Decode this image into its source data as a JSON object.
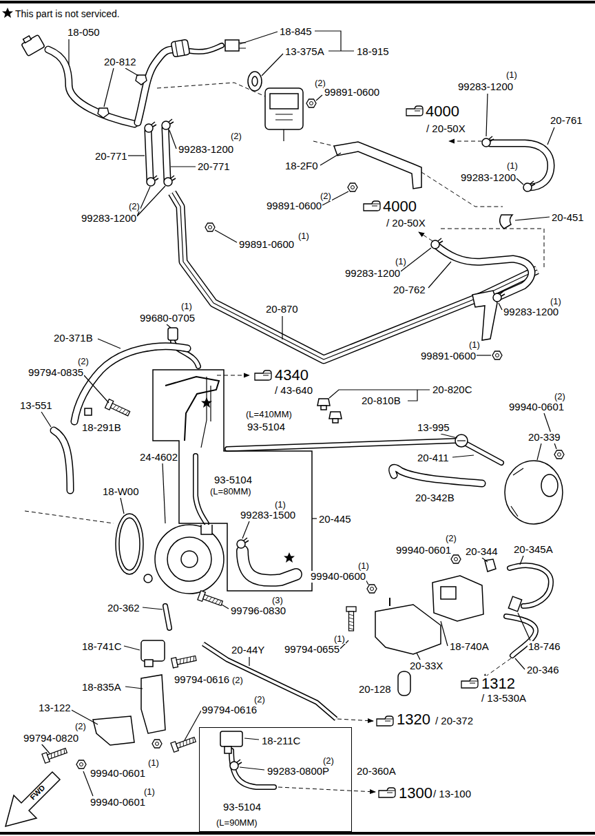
{
  "diagram": {
    "nodes": [
      {
        "text": [
          "20-445",
          "93-5104",
          "(L=80MM)",
          "(1)",
          "99283-1500"
        ]
      },
      {
        "text": [
          "20-360A",
          "18-211C",
          "(2)",
          "99283-0800P",
          "93-5104",
          "(L=90MM)"
        ]
      }
    ],
    "labels": [
      "18-050",
      "20-812",
      "18-845",
      "13-375A",
      "18-915",
      "(2)",
      "99891-0600",
      "(1)",
      "99283-1200",
      "4000",
      "/ 20-50X",
      "20-761",
      "(2)",
      "99283-1200",
      "20-771",
      "20-771",
      "(1)",
      "99283-1200",
      "18-2F0",
      "(2)",
      "99891-0600",
      "4000",
      "/ 20-50X",
      "20-451",
      "(2)",
      "99283-1200",
      "(1)",
      "99891-0600",
      "(1)",
      "99283-1200",
      "20-762",
      "(1)",
      "99283-1200",
      "20-870",
      "(1)",
      "99680-0705",
      "20-371B",
      "(1)",
      "99891-0600",
      "(2)",
      "99794-0835",
      "4340",
      "/ 43-640",
      "20-820C",
      "20-810B",
      "13-551",
      "(L=410MM)",
      "93-5104",
      "(2)",
      "99940-0601",
      "18-291B",
      "24-4602",
      "13-995",
      "20-339",
      "20-411",
      "18-W00",
      "20-342B",
      "(2)",
      "99940-0601",
      "20-344",
      "20-345A",
      "(1)",
      "99940-0600",
      "(3)",
      "99796-0830",
      "20-362",
      "20-44Y",
      "(1)",
      "99794-0655",
      "18-740A",
      "18-746",
      "18-741C",
      "20-33X",
      "20-346",
      "(2)",
      "99794-0616",
      "1312",
      "/ 13-530A",
      "18-835A",
      "20-128",
      "13-122",
      "(2)",
      "99794-0616",
      "1320",
      "/ 20-372",
      "(2)",
      "99794-0820",
      "(1)",
      "99940-0601",
      "(1)",
      "99940-0601",
      "1300",
      "/ 13-100",
      "FWD"
    ],
    "legend": [
      {
        "text": "This part is not serviced."
      }
    ]
  }
}
